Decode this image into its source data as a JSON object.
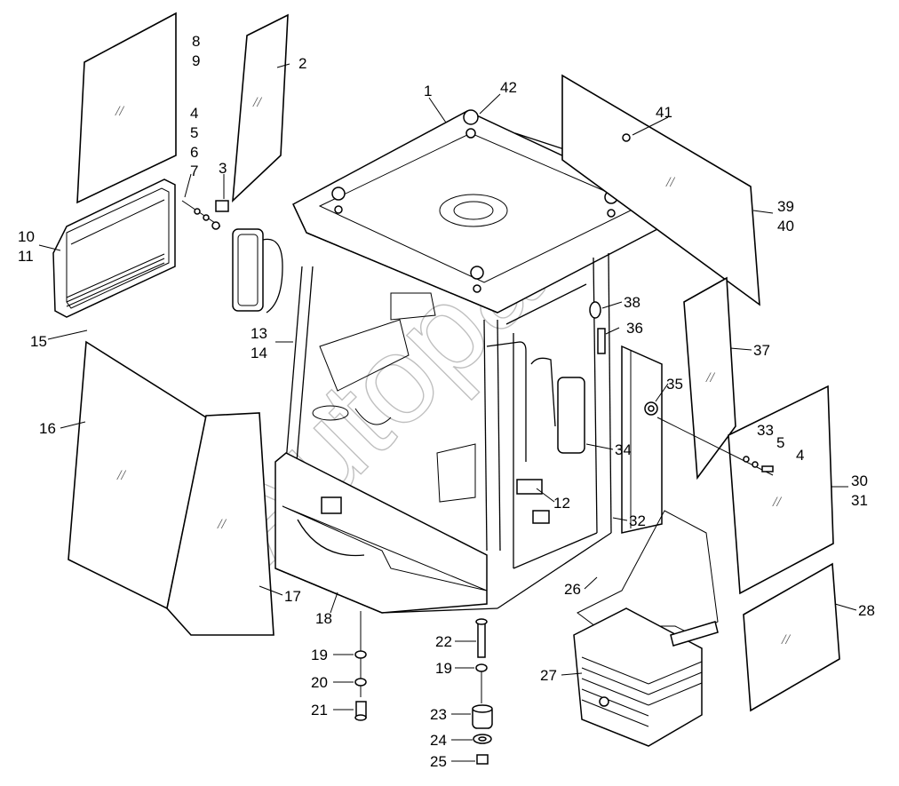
{
  "watermark": "Autopart",
  "glass_symbol": "//",
  "callouts": {
    "c1": "1",
    "c2": "2",
    "c3": "3",
    "c4a": "4",
    "c5a": "5",
    "c6": "6",
    "c7": "7",
    "c8": "8",
    "c9": "9",
    "c10": "10",
    "c11": "11",
    "c12": "12",
    "c13": "13",
    "c14": "14",
    "c15": "15",
    "c16": "16",
    "c17": "17",
    "c18": "18",
    "c19a": "19",
    "c19b": "19",
    "c20": "20",
    "c21": "21",
    "c22": "22",
    "c23": "23",
    "c24": "24",
    "c25": "25",
    "c26": "26",
    "c27": "27",
    "c28": "28",
    "c30": "30",
    "c31": "31",
    "c32": "32",
    "c33": "33",
    "c5b": "5",
    "c4b": "4",
    "c34": "34",
    "c35": "35",
    "c36": "36",
    "c37": "37",
    "c38": "38",
    "c39": "39",
    "c40": "40",
    "c41": "41",
    "c42": "42"
  }
}
